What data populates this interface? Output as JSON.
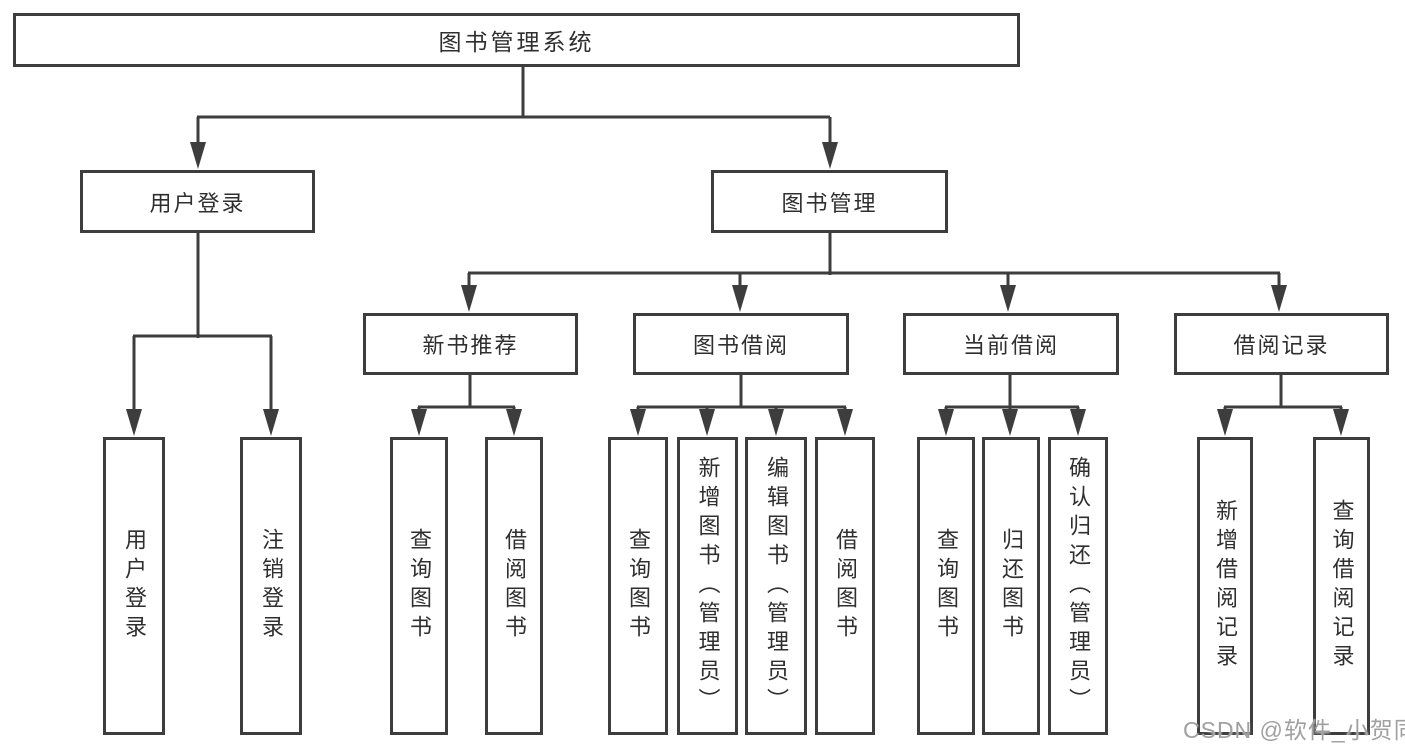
{
  "diagram": {
    "root": {
      "label": "图书管理系统"
    },
    "level2": [
      {
        "label": "用户登录",
        "children": [
          {
            "label": "用户登录"
          },
          {
            "label": "注销登录"
          }
        ]
      },
      {
        "label": "图书管理",
        "children": [
          {
            "label": "新书推荐",
            "children": [
              {
                "label": "查询图书"
              },
              {
                "label": "借阅图书"
              }
            ]
          },
          {
            "label": "图书借阅",
            "children": [
              {
                "label": "查询图书"
              },
              {
                "label": "新增图书（管理员）"
              },
              {
                "label": "编辑图书（管理员）"
              },
              {
                "label": "借阅图书"
              }
            ]
          },
          {
            "label": "当前借阅",
            "children": [
              {
                "label": "查询图书"
              },
              {
                "label": "归还图书"
              },
              {
                "label": "确认归还（管理员）"
              }
            ]
          },
          {
            "label": "借阅记录",
            "children": [
              {
                "label": "新增借阅记录"
              },
              {
                "label": "查询借阅记录"
              }
            ]
          }
        ]
      }
    ]
  },
  "watermark": {
    "text": "CSDN @软件_小贺同学"
  },
  "colors": {
    "line": "#3d3d3d",
    "box_border": "#3d3d3d",
    "text": "#2f2f2f",
    "watermark": "#a0a0a0",
    "background": "#ffffff"
  }
}
